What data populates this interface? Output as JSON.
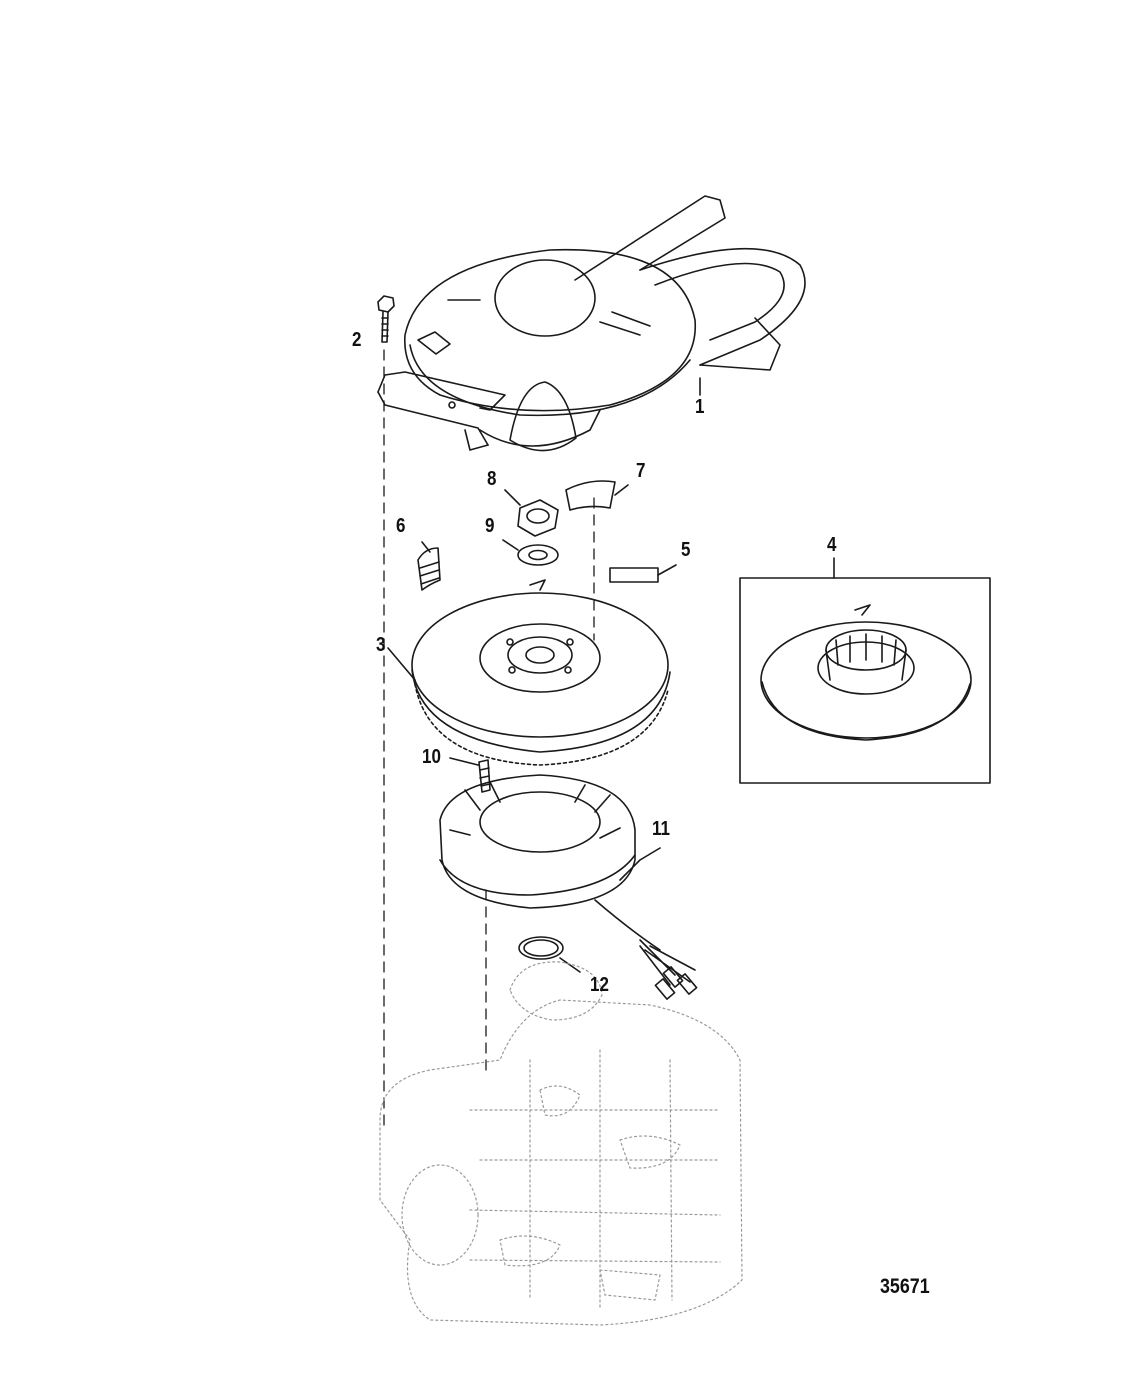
{
  "callouts": {
    "c1": "1",
    "c2": "2",
    "c3": "3",
    "c4": "4",
    "c5": "5",
    "c6": "6",
    "c7": "7",
    "c8": "8",
    "c9": "9",
    "c10": "10",
    "c11": "11",
    "c12": "12"
  },
  "drawing_number": "35671",
  "colors": {
    "line": "#1a1a1a",
    "faint": "#9a9a9a",
    "background": "#ffffff"
  }
}
